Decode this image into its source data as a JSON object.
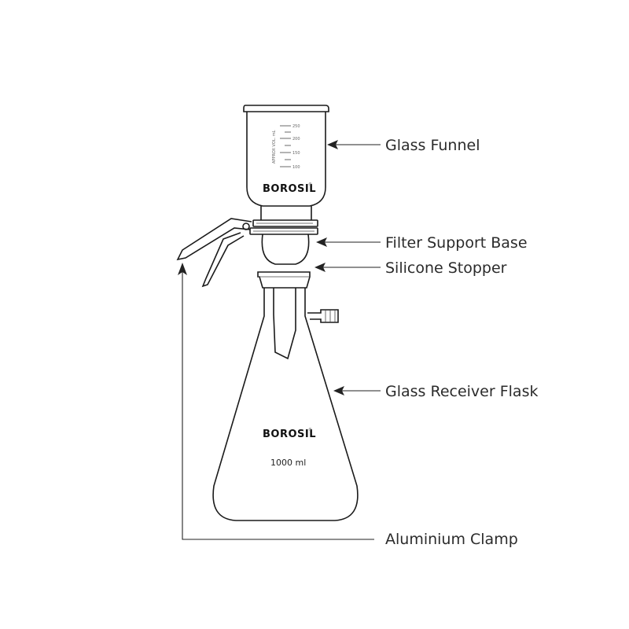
{
  "labels": {
    "glass_funnel": "Glass Funnel",
    "filter_support_base": "Filter Support Base",
    "silicone_stopper": "Silicone Stopper",
    "glass_receiver_flask": "Glass Receiver Flask",
    "aluminium_clamp": "Aluminium Clamp"
  },
  "funnel": {
    "brand": "BOROSIL",
    "brand_mark": "®",
    "vertical_text": "APPROX VOL. mL",
    "graduations": [
      "250",
      "200",
      "150",
      "100"
    ]
  },
  "flask": {
    "brand": "BOROSIL",
    "brand_mark": "®",
    "volume": "1000 ml"
  },
  "colors": {
    "line": "#1a1a1a",
    "text": "#2b2b2b",
    "stopper": "#f4e9c8",
    "background": "#ffffff"
  }
}
